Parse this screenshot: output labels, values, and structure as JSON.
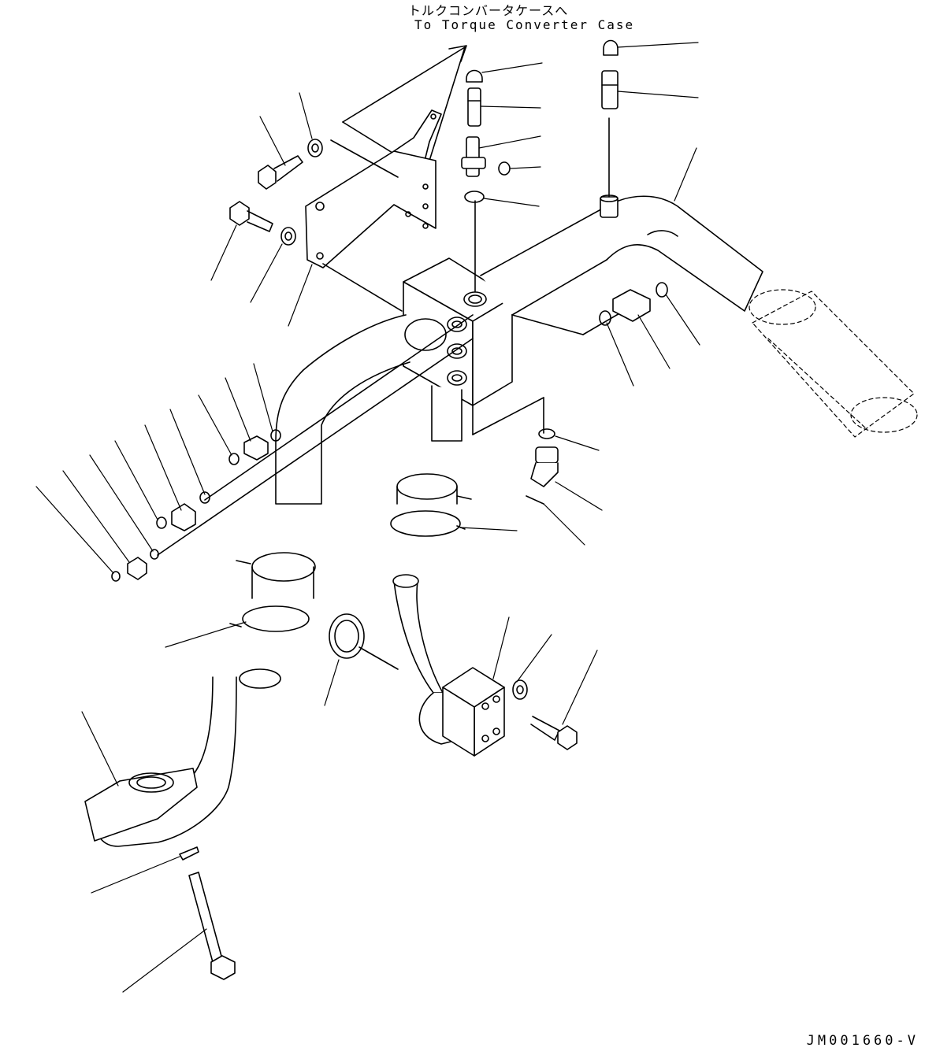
{
  "destination": {
    "label_jp": "トルクコンバータケースへ",
    "label_en": "To Torque Converter Case"
  },
  "drawing_code": "JM001660-V",
  "colors": {
    "line": "#000000",
    "background": "#ffffff"
  }
}
